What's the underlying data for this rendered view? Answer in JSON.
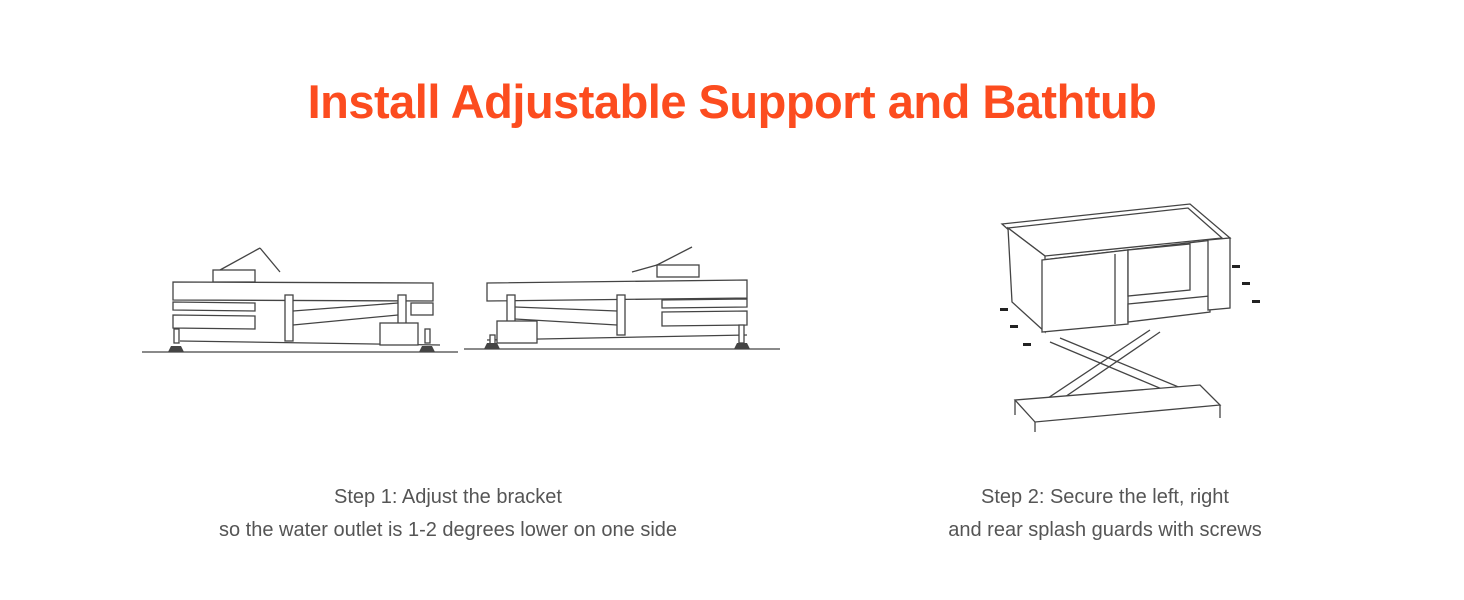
{
  "title": "Install Adjustable Support and Bathtub",
  "colors": {
    "title": "#fc4c1f",
    "caption": "#555555"
  },
  "steps": [
    {
      "line1": "Step 1: Adjust the bracket",
      "line2": "so the water outlet is 1-2 degrees lower on one side"
    },
    {
      "line1": "Step 2: Secure the left, right",
      "line2": "and rear splash guards with screws"
    }
  ]
}
